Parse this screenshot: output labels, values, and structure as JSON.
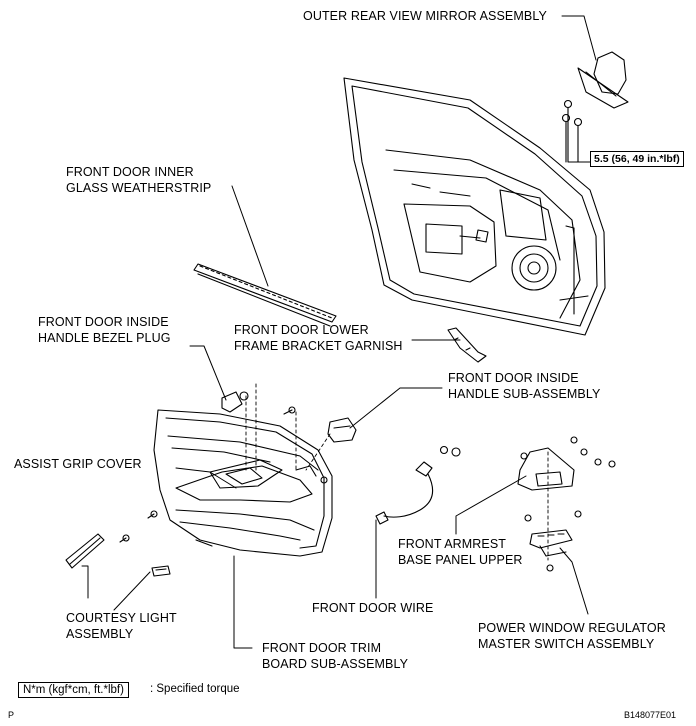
{
  "labels": {
    "mirror": "OUTER REAR VIEW MIRROR ASSEMBLY",
    "torque": "5.5 (56, 49 in.*lbf)",
    "weatherstrip_1": "FRONT DOOR INNER",
    "weatherstrip_2": "GLASS WEATHERSTRIP",
    "bezel_1": "FRONT DOOR INSIDE",
    "bezel_2": "HANDLE BEZEL PLUG",
    "garnish_1": "FRONT DOOR LOWER",
    "garnish_2": "FRAME BRACKET GARNISH",
    "handle_1": "FRONT DOOR INSIDE",
    "handle_2": "HANDLE SUB-ASSEMBLY",
    "assist": "ASSIST GRIP COVER",
    "armrest_1": "FRONT ARMREST",
    "armrest_2": "BASE PANEL UPPER",
    "courtesy_1": "COURTESY LIGHT",
    "courtesy_2": "ASSEMBLY",
    "wire": "FRONT DOOR WIRE",
    "pwr_1": "POWER WINDOW REGULATOR",
    "pwr_2": "MASTER SWITCH ASSEMBLY",
    "trim_1": "FRONT DOOR TRIM",
    "trim_2": "BOARD SUB-ASSEMBLY"
  },
  "legend": {
    "units": "N*m (kgf*cm, ft.*lbf)",
    "text": ": Specified torque"
  },
  "corner": {
    "left": "P",
    "right": "B148077E01"
  }
}
